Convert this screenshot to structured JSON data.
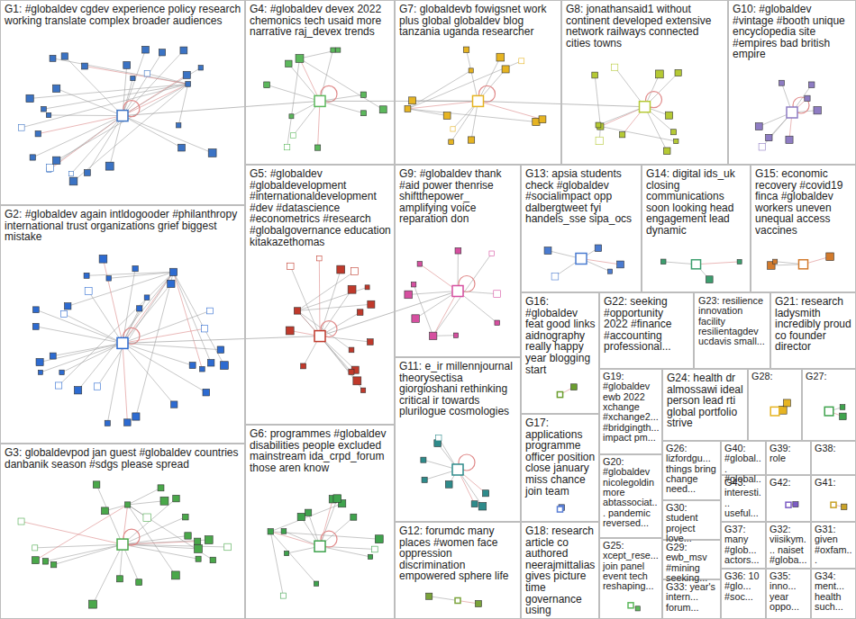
{
  "diagram": {
    "nodes": [
      {
        "text": [
          "G1: #globaldev cgdev experience policy research working translate complex broader audiences"
        ]
      },
      {
        "text": [
          "G2: #globaldev again intldogooder #philanthropy international trust organizations grief biggest mistake"
        ]
      },
      {
        "text": [
          "G3: globaldevpod jan guest #globaldev countries danbanik season #sdgs please spread"
        ]
      },
      {
        "text": [
          "G4: #globaldev devex 2022 chemonics tech usaid more narrative raj_devex trends"
        ]
      },
      {
        "text": [
          "G5: #globaldev #globaldevelopment #internationaldevelopment #dev #datascience #econometrics #research #globalgovernance education kitakazethomas"
        ]
      },
      {
        "text": [
          "G6: programmes #globaldev disabilities people excluded mainstream ida_crpd_forum those aren know"
        ]
      },
      {
        "text": [
          "G7: globaldevb fowigsnet work plus global globaldev blog tanzania uganda researcher"
        ]
      },
      {
        "text": [
          "G8: jonathansaid1 without continent developed extensive network railways connected cities towns"
        ]
      },
      {
        "text": [
          "G9: #globaldev thank #aid power thenrise shiftthepower_ amplifying voice reparation don"
        ]
      },
      {
        "text": [
          "G10: #globaldev #vintage #booth unique encyclopedia site #empires bad british empire"
        ]
      },
      {
        "text": [
          "G11: e_ir millennjournal theorysectisa giorgioshani rethinking critical ir towards plurilogue cosmologies"
        ]
      },
      {
        "text": [
          "G12: forumdc many places #women face oppression discrimination empowered sphere life"
        ]
      },
      {
        "text": [
          "G13: apsia students check #globaldev #socialimpact opp dalbergtweet fyi handels_sse sipa_ocs"
        ]
      },
      {
        "text": [
          "G14: digital ids_uk closing communications soon looking head engagement lead dynamic"
        ]
      },
      {
        "text": [
          "G15: economic recovery #covid19 finca #globaldev workers uneven unequal access vaccines"
        ]
      },
      {
        "text": [
          "G16: #globaldev feat good links aidnography really happy year blogging start"
        ]
      },
      {
        "text": [
          "G17: applications programme officer position close january miss chance join team"
        ]
      },
      {
        "text": [
          "G18: research article co authored neerajmittalias gives picture time governance using"
        ]
      },
      {
        "text": [
          "G19: #globaldev ewb 2022 xchange #xchange2... #bridgingth... impact pm..."
        ]
      },
      {
        "text": [
          "G20: #globaldev nicolegoldin more abtassociat... pandemic reversed..."
        ]
      },
      {
        "text": [
          "G21: research ladysmith incredibly proud co founder director"
        ]
      },
      {
        "text": [
          "G22: seeking #opportunity 2022 #finance #accounting professional..."
        ]
      },
      {
        "text": [
          "G23: resilience innovation facility resilientagdev ucdavis small..."
        ]
      },
      {
        "text": [
          "G24: health dr almossawi ideal person lead rti global portfolio strive"
        ]
      },
      {
        "text": [
          "G25: xcept_rese... join panel event tech reshaping..."
        ]
      },
      {
        "text": [
          "G26: lizfordgu... things bring change need..."
        ]
      },
      {
        "text": [
          "G27:"
        ]
      },
      {
        "text": [
          "G28:"
        ]
      },
      {
        "text": [
          "G29: ewb_msv #mining seeking..."
        ]
      },
      {
        "text": [
          "G30: student project love..."
        ]
      },
      {
        "text": [
          "G31: given #oxfam..."
        ]
      },
      {
        "text": [
          "G32: viisikym... naiset #globa..."
        ]
      },
      {
        "text": [
          "G33: year's intern... forum..."
        ]
      },
      {
        "text": [
          "G34: ment... health such..."
        ]
      },
      {
        "text": [
          "G35: inno... year oppo..."
        ]
      },
      {
        "text": [
          "G36: 10 #glo... #soc..."
        ]
      },
      {
        "text": [
          "G37: many #glob... actors..."
        ]
      },
      {
        "text": [
          "G38:"
        ]
      },
      {
        "text": [
          "G39: role"
        ]
      },
      {
        "text": [
          "G40: #global... #global..."
        ]
      },
      {
        "text": [
          "G41:"
        ]
      },
      {
        "text": [
          "G42:"
        ]
      },
      {
        "text": [
          "G43: interesti... useful..."
        ]
      }
    ]
  }
}
